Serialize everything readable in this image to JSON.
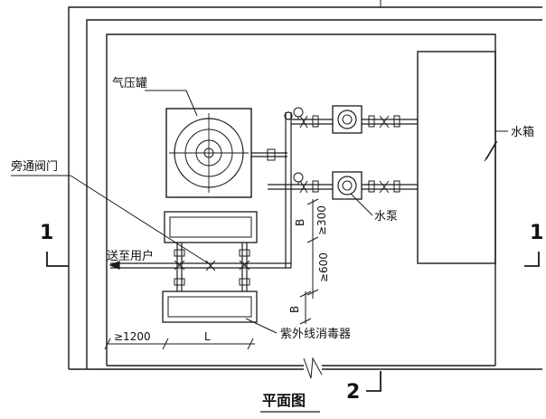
{
  "labels": {
    "pressure_tank": "气压罐",
    "bypass_valve": "旁通阀门",
    "to_user": "送至用户",
    "water_tank": "水箱",
    "pump": "水泵",
    "uv_sterilizer": "紫外线消毒器"
  },
  "dimensions": {
    "b_upper": "B",
    "ge_300": "≥300",
    "ge_600": "≥600",
    "b_lower": "B",
    "ge_1200": "≥1200",
    "l": "L"
  },
  "section": {
    "left": "1",
    "right": "1",
    "bottom": "2"
  },
  "title": "平面图"
}
